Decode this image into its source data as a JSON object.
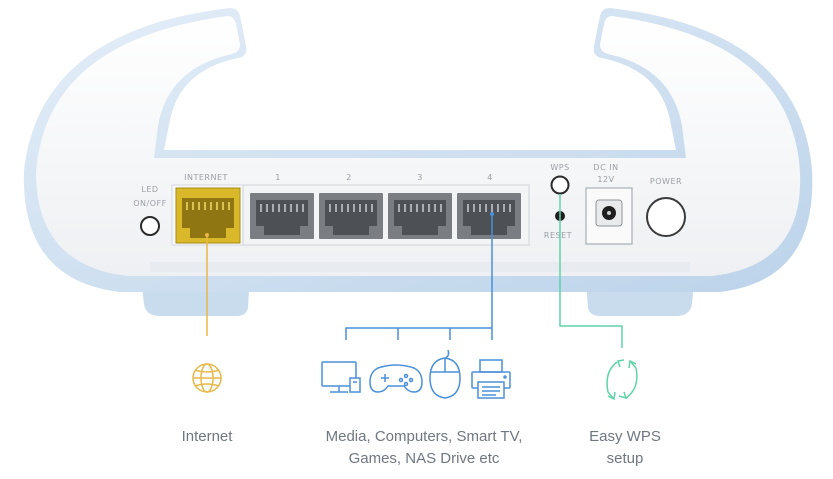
{
  "labels": {
    "led": "LED",
    "led_state": "ON/OFF",
    "internet_port": "INTERNET",
    "lan_1": "1",
    "lan_2": "2",
    "lan_3": "3",
    "lan_4": "4",
    "wps": "WPS",
    "reset": "RESET",
    "dc_in": "DC IN",
    "dc_voltage": "12V",
    "power": "POWER"
  },
  "captions": {
    "internet": "Internet",
    "lan_line1": "Media, Computers, Smart TV,",
    "lan_line2": "Games, NAS Drive etc",
    "wps_line1": "Easy WPS",
    "wps_line2": "setup"
  },
  "icons": {
    "internet": "globe-icon",
    "lan": [
      "monitor-icon",
      "gamepad-icon",
      "mouse-icon",
      "printer-icon"
    ],
    "wps": "refresh-arrows-icon"
  },
  "colors": {
    "internet_port": "#d9b92a",
    "internet_line": "#e8b84a",
    "lan_line": "#4a90d9",
    "wps_line": "#5fd3a8",
    "router_shell": "#f4f5f7",
    "router_accent": "#cfe0f0"
  }
}
